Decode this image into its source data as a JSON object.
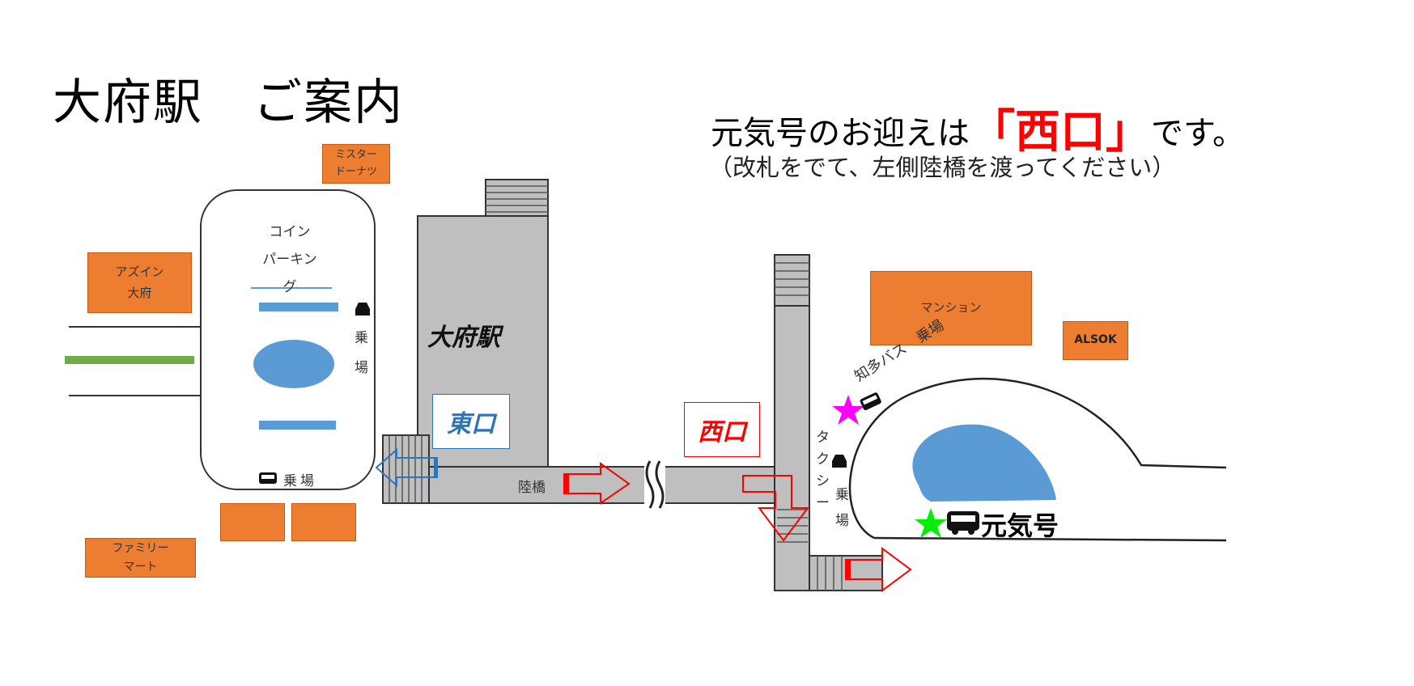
{
  "title": "大府駅　ご案内",
  "notice": {
    "before": "元気号のお迎えは",
    "highlight": "「西口」",
    "after": "です。"
  },
  "subnotice": "（改札をでて、左側陸橋を渡ってください）",
  "landmarks": {
    "mister_donut": [
      "ミスター",
      "ドーナツ"
    ],
    "az_inn": [
      "アズイン",
      "大府"
    ],
    "family_mart": [
      "ファミリー",
      "マート"
    ],
    "mansion": "マンション",
    "alsok": "ALSOK"
  },
  "coin_parking": [
    "コイン",
    "パーキング"
  ],
  "east_taxi": [
    "乗",
    "場"
  ],
  "east_bus": "乗場",
  "station_name": "大府駅",
  "east_exit": "東口",
  "west_exit": "西口",
  "bridge": "陸橋",
  "chita_bus": "知多バス　乗場",
  "west_taxi": {
    "chars": [
      "タ",
      "ク",
      "シ",
      "ー"
    ],
    "stop": [
      "乗",
      "場"
    ]
  },
  "genki": "元気号",
  "colors": {
    "orange": "#ed7d31",
    "gray": "#bfbfbf",
    "blue": "#5b9bd5",
    "red": "#ff0000",
    "magenta": "#ff00ff",
    "green": "#00ee00",
    "road_green": "#70ad47"
  }
}
